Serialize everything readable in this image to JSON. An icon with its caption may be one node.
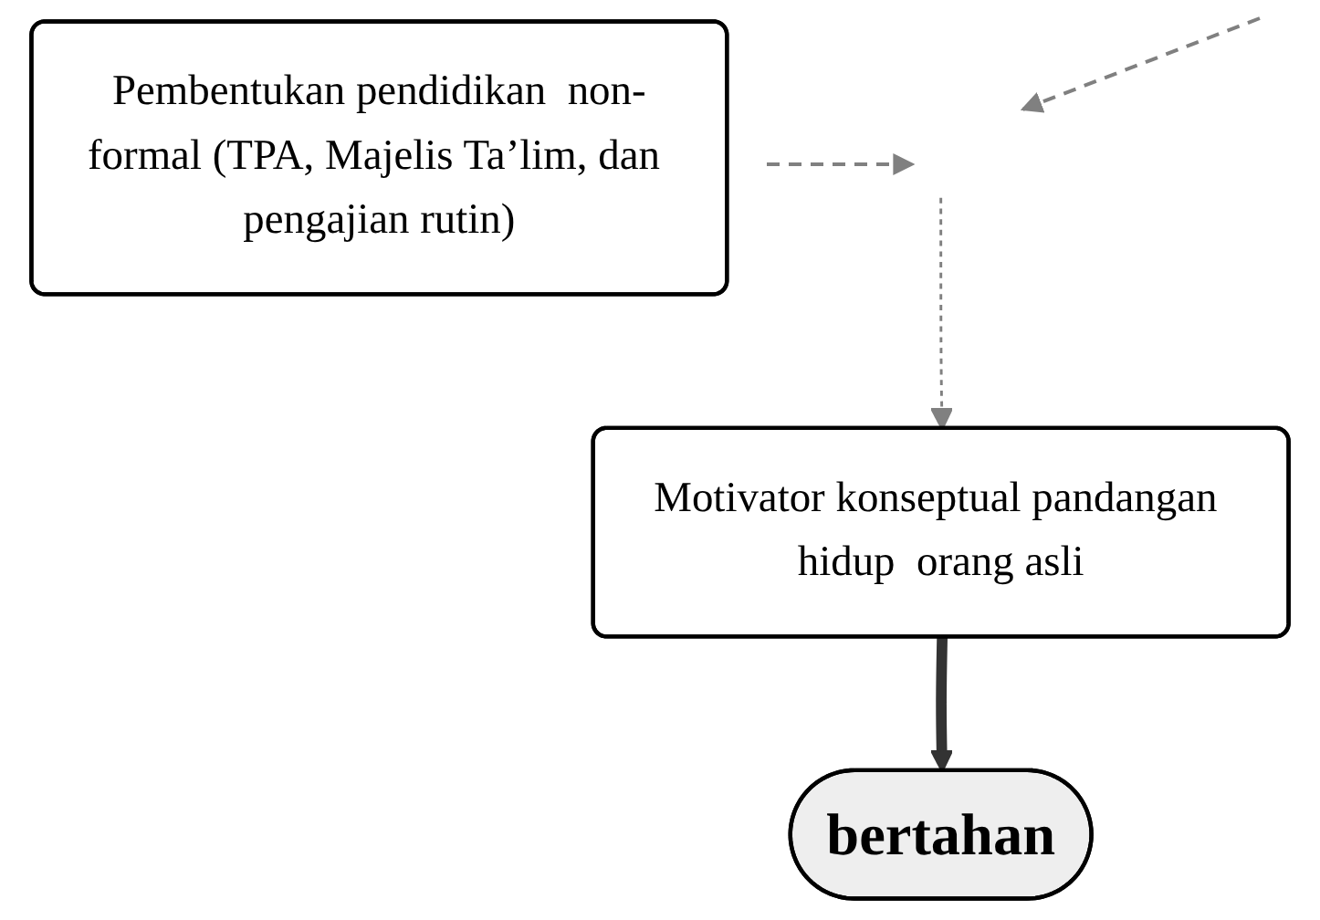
{
  "diagram": {
    "nodes": [
      {
        "text": [
          "Pembentukan pendidikan  non-formal (TPA, Majelis Ta’lim, dan pengajian rutin)"
        ]
      },
      {
        "text": [
          "Motivator konseptual pandangan hidup  orang asli"
        ]
      },
      {
        "text": [
          "bertahan"
        ]
      }
    ],
    "edges": [
      {
        "from": null,
        "to": 1,
        "arrow": "to",
        "style": "dashed",
        "color": "#808080"
      },
      {
        "from": 1,
        "to": 2,
        "arrow": "to",
        "style": "thick"
      }
    ]
  }
}
